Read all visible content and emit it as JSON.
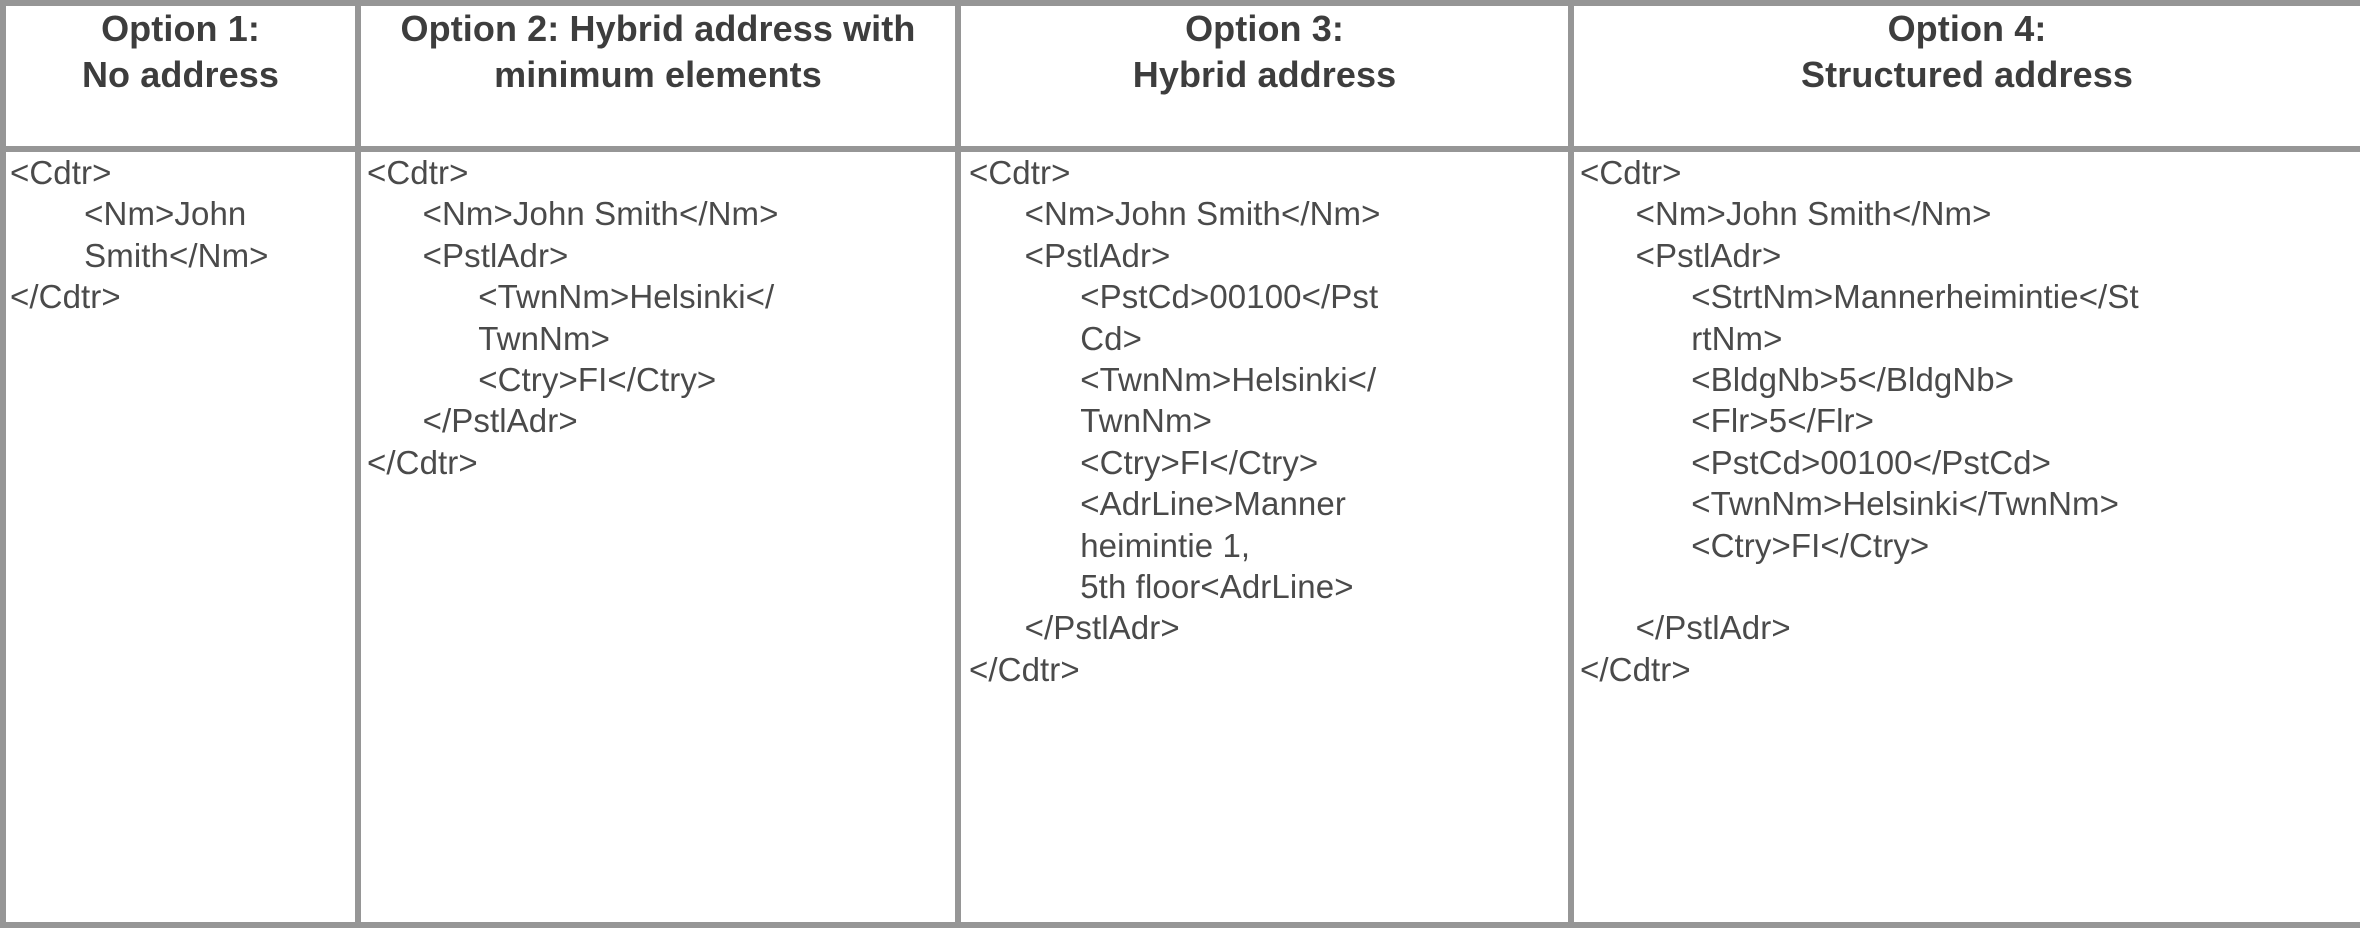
{
  "table": {
    "columns": [
      {
        "id": "option-1",
        "header_line1": "Option 1:",
        "header_line2": "No address",
        "code": "<Cdtr>\n        <Nm>John\n        Smith</Nm>\n</Cdtr>"
      },
      {
        "id": "option-2",
        "header_line1": "Option 2: Hybrid address with",
        "header_line2": "minimum elements",
        "code": "<Cdtr>\n      <Nm>John Smith</Nm>\n      <PstlAdr>\n            <TwnNm>Helsinki</\n            TwnNm>\n            <Ctry>FI</Ctry>\n      </PstlAdr>\n</Cdtr>"
      },
      {
        "id": "option-3",
        "header_line1": "Option 3:",
        "header_line2": "Hybrid address",
        "code": "<Cdtr>\n      <Nm>John Smith</Nm>\n      <PstlAdr>\n            <PstCd>00100</Pst\n            Cd>\n            <TwnNm>Helsinki</\n            TwnNm>\n            <Ctry>FI</Ctry>\n            <AdrLine>Manner\n            heimintie 1,\n            5th floor<AdrLine>\n      </PstlAdr>\n</Cdtr>"
      },
      {
        "id": "option-4",
        "header_line1": "Option 4:",
        "header_line2": "Structured address",
        "code": "<Cdtr>\n      <Nm>John Smith</Nm>\n      <PstlAdr>\n            <StrtNm>Mannerheimintie</St\n            rtNm>\n            <BldgNb>5</BldgNb>\n            <Flr>5</Flr>\n            <PstCd>00100</PstCd>\n            <TwnNm>Helsinki</TwnNm>\n            <Ctry>FI</Ctry>\n\n      </PstlAdr>\n</Cdtr>"
      }
    ]
  },
  "colors": {
    "border": "#969696",
    "header_text": "#3d3d3d",
    "body_text": "#4a4a4a",
    "background": "#ffffff"
  }
}
